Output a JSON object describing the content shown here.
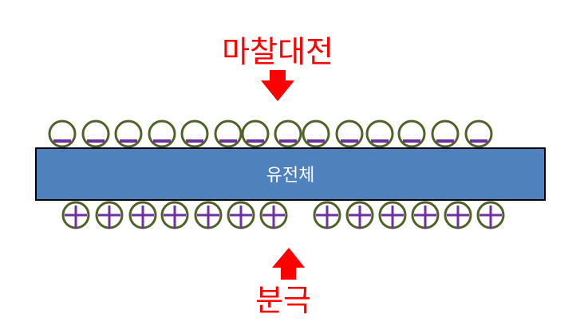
{
  "top_label": "마찰대전",
  "bottom_label": "분극",
  "bar_label": "유전체",
  "colors": {
    "label": "#ff0000",
    "arrow": "#ff0000",
    "bar_fill": "#4f81bd",
    "bar_stroke": "#000000",
    "charge_circle": "#4f6228",
    "charge_sign": "#7030a0",
    "bar_text": "#ffffff"
  },
  "charges": {
    "top_row": {
      "sign": "negative",
      "count": 14
    },
    "bottom_row": {
      "sign": "positive",
      "count": 13
    }
  }
}
